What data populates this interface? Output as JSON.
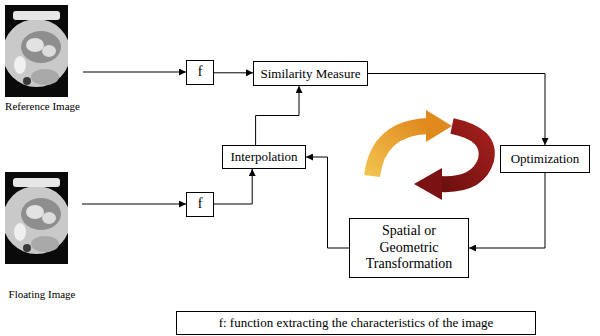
{
  "diagram": {
    "nodes": [
      {
        "text": [
          "Reference Image"
        ]
      },
      {
        "text": [
          "f"
        ]
      },
      {
        "text": [
          "Similarity Measure"
        ]
      },
      {
        "text": [
          "Interpolation"
        ]
      },
      {
        "text": [
          "Optimization"
        ]
      },
      {
        "text": [
          "Spatial or Geometric Transformation"
        ]
      },
      {
        "text": [
          "Floating Image"
        ]
      },
      {
        "text": [
          "f"
        ]
      },
      {
        "text": [
          "f: function extracting the characteristics of the image"
        ]
      }
    ],
    "edges": [
      {
        "from": 0,
        "to": 1,
        "arrow": "to"
      },
      {
        "from": 1,
        "to": 2,
        "arrow": "to"
      },
      {
        "from": 2,
        "to": 4,
        "arrow": "to"
      },
      {
        "from": 4,
        "to": 5,
        "arrow": "to"
      },
      {
        "from": 5,
        "to": 3,
        "arrow": "to"
      },
      {
        "from": 6,
        "to": 7,
        "arrow": "to"
      },
      {
        "from": 7,
        "to": 3,
        "arrow": "to"
      },
      {
        "from": 3,
        "to": 2,
        "arrow": "to"
      }
    ]
  }
}
